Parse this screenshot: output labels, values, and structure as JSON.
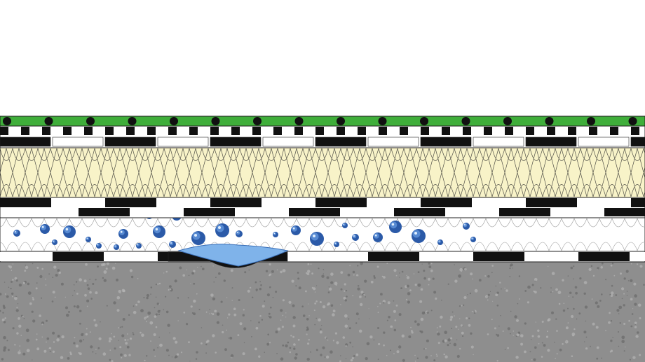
{
  "diagram": {
    "colors": {
      "background": "#ffffff",
      "membrane_green": "#3fae3a",
      "membrane_outline": "#1b1b1b",
      "stud": "#111111",
      "insulation_fill": "#f8f3c8",
      "insulation_lines": "#2a2a2a",
      "board_black": "#111111",
      "board_white": "#ffffff",
      "wet_insulation_fill": "#ffffff",
      "water_drop": "#5c8fd6",
      "water_drop_dark": "#2b5aa8",
      "puddle": "#7fb3ea",
      "concrete": "#8e8e8e",
      "concrete_dark": "#6a6a6a",
      "concrete_light": "#b5b5b5"
    },
    "layers": [
      {
        "name": "green-roof-membrane",
        "icon": "dot-row"
      },
      {
        "name": "upper-checker-board",
        "icon": "checker"
      },
      {
        "name": "yellow-thermal-insulation",
        "icon": "zigzag"
      },
      {
        "name": "lower-board",
        "icon": "checker"
      },
      {
        "name": "wet-insulation",
        "icon": "water-drops"
      },
      {
        "name": "vapour-barrier-board",
        "icon": "checker"
      },
      {
        "name": "concrete-deck",
        "icon": "speckle"
      }
    ]
  }
}
